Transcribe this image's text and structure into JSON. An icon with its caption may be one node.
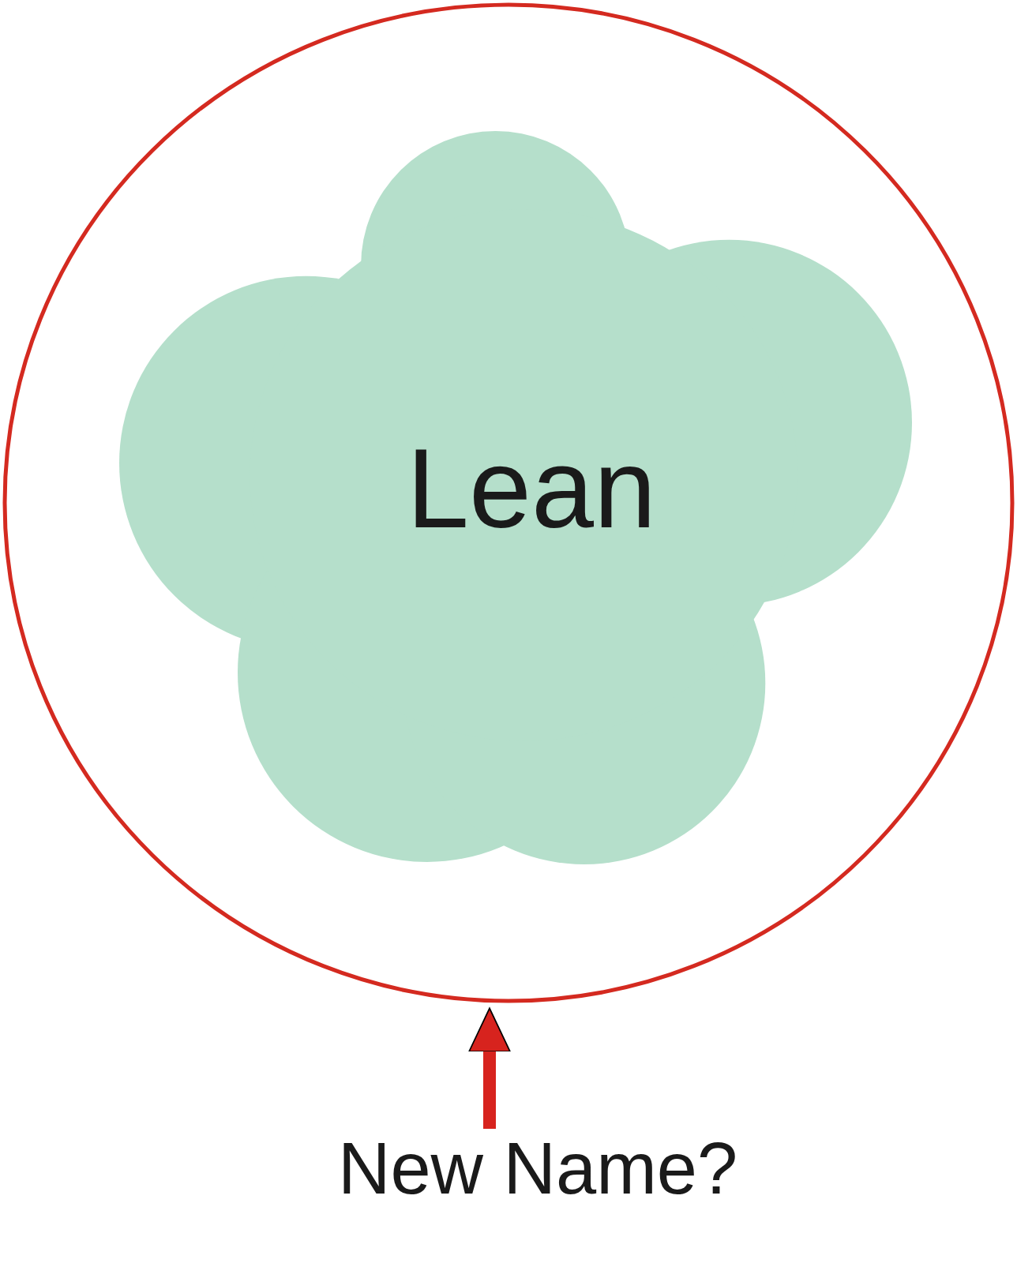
{
  "diagram": {
    "nodes": [
      {
        "text": [],
        "shape": "circle"
      },
      {
        "text": [
          "Lean"
        ],
        "in": 0
      },
      {
        "text": [
          "New Name?"
        ]
      }
    ],
    "edges": [
      {
        "from": 2,
        "to": 0,
        "arrow": "to"
      }
    ]
  }
}
